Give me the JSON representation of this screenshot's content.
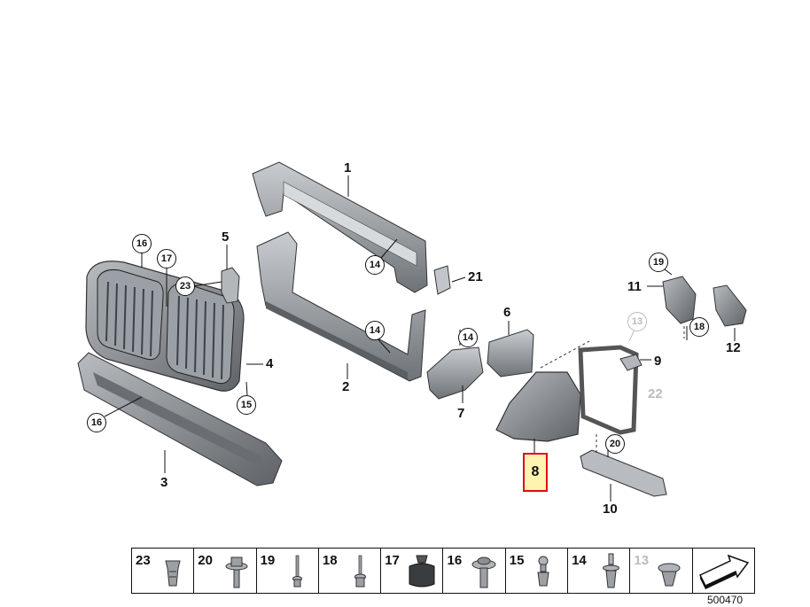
{
  "diagram": {
    "callouts": {
      "p1": "1",
      "p2": "2",
      "p3": "3",
      "p4": "4",
      "p5": "5",
      "p6": "6",
      "p7": "7",
      "p8": "8",
      "p9": "9",
      "p10": "10",
      "p11": "11",
      "p12": "12",
      "p21": "21",
      "p22": "22"
    },
    "circled": {
      "c16a": "16",
      "c17": "17",
      "c23": "23",
      "c14a": "14",
      "c14b": "14",
      "c14c": "14",
      "c15": "15",
      "c16b": "16",
      "c13": "13",
      "c19": "19",
      "c18": "18",
      "c20": "20"
    }
  },
  "legend": {
    "cells": [
      {
        "num": "23",
        "icon": "clip-nut-icon"
      },
      {
        "num": "20",
        "icon": "hex-flange-screw-icon"
      },
      {
        "num": "19",
        "icon": "rivet-icon"
      },
      {
        "num": "18",
        "icon": "rivet-icon"
      },
      {
        "num": "17",
        "icon": "rubber-mount-icon"
      },
      {
        "num": "16",
        "icon": "flange-bolt-icon"
      },
      {
        "num": "15",
        "icon": "push-rivet-icon"
      },
      {
        "num": "14",
        "icon": "expanding-rivet-icon"
      },
      {
        "num": "13",
        "icon": "screw-icon"
      },
      {
        "num": "",
        "icon": "arrow-icon"
      }
    ]
  },
  "doc_number": "500470",
  "colors": {
    "highlight_border": "#e30613",
    "highlight_fill": "#fff3b0",
    "part_fill": "#8f9499",
    "part_light": "#c3c7cb",
    "part_dark": "#5d6166"
  }
}
